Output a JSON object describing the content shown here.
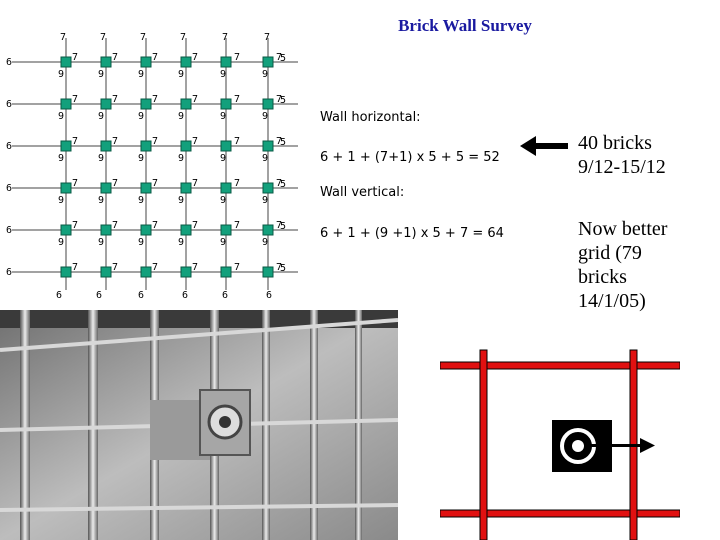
{
  "title": "Brick Wall Survey",
  "grid": {
    "top_labels": [
      "7",
      "7",
      "7",
      "7",
      "7",
      "7"
    ],
    "row_labels": [
      {
        "left": "6",
        "right": "5",
        "odd": [
          "7",
          "7",
          "7",
          "7",
          "7",
          "7"
        ],
        "nine": [
          "9",
          "9",
          "9",
          "9",
          "9",
          "9"
        ]
      },
      {
        "left": "6",
        "right": "5",
        "odd": [
          "7",
          "7",
          "7",
          "7",
          "7",
          "7"
        ],
        "nine": [
          "9",
          "9",
          "9",
          "9",
          "9",
          "9"
        ]
      },
      {
        "left": "6",
        "right": "5",
        "odd": [
          "7",
          "7",
          "7",
          "7",
          "7",
          "7"
        ],
        "nine": [
          "9",
          "9",
          "9",
          "9",
          "9",
          "9"
        ]
      },
      {
        "left": "6",
        "right": "5",
        "odd": [
          "7",
          "7",
          "7",
          "7",
          "7",
          "7"
        ],
        "nine": [
          "9",
          "9",
          "9",
          "9",
          "9",
          "9"
        ]
      },
      {
        "left": "6",
        "right": "5",
        "odd": [
          "7",
          "7",
          "7",
          "7",
          "7",
          "7"
        ],
        "nine": [
          "9",
          "9",
          "9",
          "9",
          "9",
          "9"
        ]
      },
      {
        "left": "6",
        "right": "5",
        "odd": [
          "7",
          "7",
          "7",
          "7",
          "7",
          "7"
        ],
        "nine": []
      }
    ],
    "bottom_labels": [
      "6",
      "6",
      "6",
      "6",
      "6",
      "6"
    ],
    "marker_color": "#13a07c",
    "line_color": "#444444"
  },
  "equations": {
    "horizontal_label": "Wall horizontal:",
    "horizontal_formula": "6 + 1 + (7+1) x 5 + 5 = 52",
    "vertical_label": "Wall vertical:",
    "vertical_formula": "6 + 1 + (9 +1) x 5 + 7 = 64"
  },
  "notes": {
    "bricks_line1": "40 bricks",
    "bricks_line2": "9/12-15/12",
    "better_line1": "Now better",
    "better_line2": "grid (79",
    "better_line3": "bricks",
    "better_line4": "14/1/05)"
  },
  "colors": {
    "title": "#1a1aa0",
    "sketch_red": "#e01010"
  }
}
